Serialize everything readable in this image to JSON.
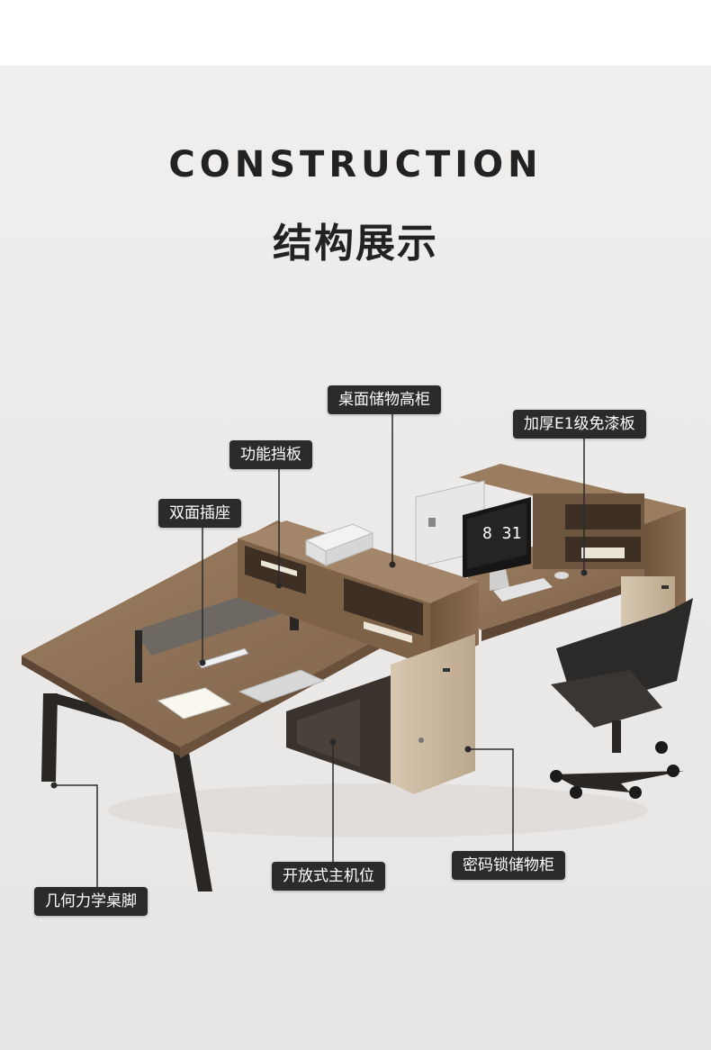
{
  "header": {
    "title_en": "CONSTRUCTION",
    "title_cn": "结构展示"
  },
  "labels": {
    "storage_cabinet": "桌面储物高柜",
    "e1_board": "加厚E1级免漆板",
    "partition": "功能挡板",
    "socket": "双面插座",
    "legs": "几何力学桌脚",
    "host_position": "开放式主机位",
    "lock_cabinet": "密码锁储物柜"
  },
  "monitor": {
    "clock_text": "8 31"
  },
  "colors": {
    "wood": "#8b6e52",
    "cabinet": "#cdbba3",
    "frame": "#2a2624",
    "label_bg": "#2b2b2b"
  }
}
